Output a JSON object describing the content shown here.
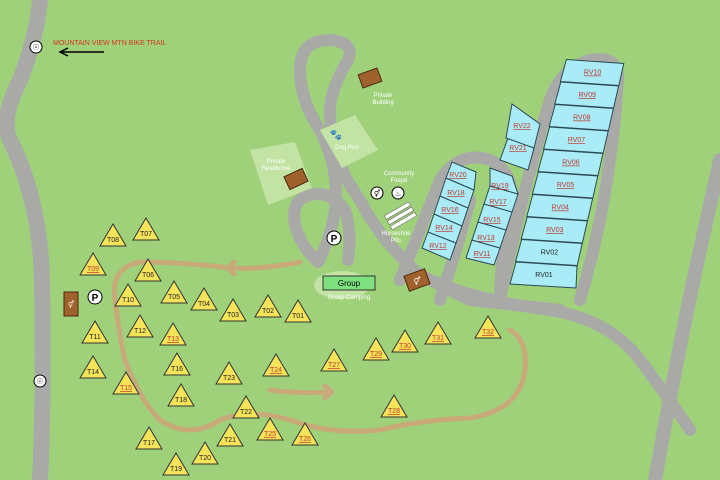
{
  "trail_label": "MOUNTAIN VIEW MTN BIKE TRAIL",
  "buildings": {
    "private_building": [
      "Private",
      "Building"
    ],
    "private_residence": [
      "Private",
      "Residence"
    ],
    "dog_run": "Dog Run",
    "community_firepit": [
      "Community",
      "Firepit"
    ],
    "horseshoe_pits": [
      "Horseshoe",
      "Pits"
    ],
    "group_label": "Group",
    "group_camping": "Group Camping"
  },
  "colors": {
    "grass": "#9fd07a",
    "road": "#a9aaa8",
    "trail": "#c8aa7a",
    "tent_site": "#f5e45a",
    "rv_site": "#a9ecf7",
    "group": "#7ee07e",
    "link_site": "#c0392b",
    "building": "#a0622d"
  },
  "icons": [
    "bike-icon",
    "parking-icon",
    "paw-icon",
    "restroom-icon",
    "fire-icon"
  ],
  "tent_sites": [
    {
      "id": "T01",
      "link": false
    },
    {
      "id": "T02",
      "link": false
    },
    {
      "id": "T03",
      "link": false
    },
    {
      "id": "T04",
      "link": false
    },
    {
      "id": "T05",
      "link": false
    },
    {
      "id": "T06",
      "link": false
    },
    {
      "id": "T07",
      "link": false
    },
    {
      "id": "T08",
      "link": false
    },
    {
      "id": "T09",
      "link": true
    },
    {
      "id": "T10",
      "link": false
    },
    {
      "id": "T11",
      "link": false
    },
    {
      "id": "T12",
      "link": false
    },
    {
      "id": "T13",
      "link": true
    },
    {
      "id": "T14",
      "link": false
    },
    {
      "id": "T15",
      "link": true
    },
    {
      "id": "T16",
      "link": false
    },
    {
      "id": "T17",
      "link": false
    },
    {
      "id": "T18",
      "link": false
    },
    {
      "id": "T19",
      "link": false
    },
    {
      "id": "T20",
      "link": false
    },
    {
      "id": "T21",
      "link": false
    },
    {
      "id": "T22",
      "link": false
    },
    {
      "id": "T23",
      "link": false
    },
    {
      "id": "T24",
      "link": true
    },
    {
      "id": "T25",
      "link": true
    },
    {
      "id": "T26",
      "link": true
    },
    {
      "id": "T27",
      "link": true
    },
    {
      "id": "T28",
      "link": true
    },
    {
      "id": "T29",
      "link": true
    },
    {
      "id": "T30",
      "link": true
    },
    {
      "id": "T31",
      "link": true
    },
    {
      "id": "T32",
      "link": true
    }
  ],
  "rv_sites": [
    {
      "id": "RV01",
      "link": false
    },
    {
      "id": "RV02",
      "link": false
    },
    {
      "id": "RV03",
      "link": true
    },
    {
      "id": "RV04",
      "link": true
    },
    {
      "id": "RV05",
      "link": true
    },
    {
      "id": "RV06",
      "link": true
    },
    {
      "id": "RV07",
      "link": true
    },
    {
      "id": "RV08",
      "link": true
    },
    {
      "id": "RV09",
      "link": true
    },
    {
      "id": "RV10",
      "link": true
    },
    {
      "id": "RV11",
      "link": true
    },
    {
      "id": "RV12",
      "link": true
    },
    {
      "id": "RV13",
      "link": true
    },
    {
      "id": "RV14",
      "link": true
    },
    {
      "id": "RV15",
      "link": true
    },
    {
      "id": "RV16",
      "link": true
    },
    {
      "id": "RV17",
      "link": true
    },
    {
      "id": "RV18",
      "link": true
    },
    {
      "id": "RV19",
      "link": true
    },
    {
      "id": "RV20",
      "link": true
    },
    {
      "id": "RV21",
      "link": true
    },
    {
      "id": "RV22",
      "link": true
    }
  ]
}
